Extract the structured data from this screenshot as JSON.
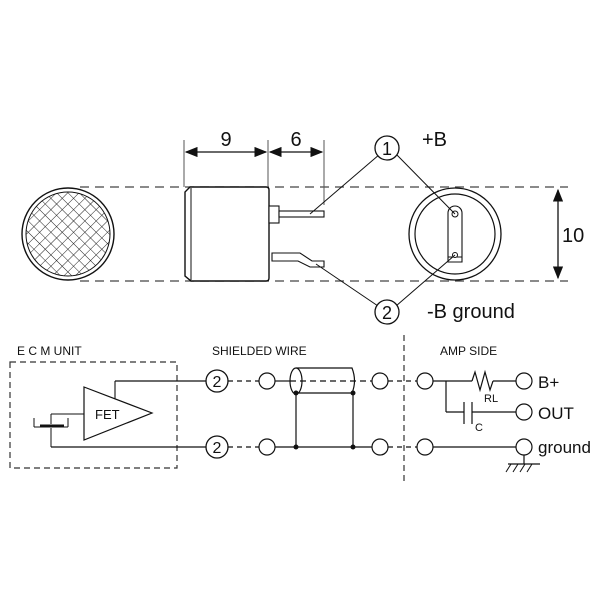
{
  "dimensions": {
    "body_length": "9",
    "pin_length": "6",
    "diameter": "10"
  },
  "pins": {
    "pin1": {
      "number": "1",
      "label": "+B"
    },
    "pin2": {
      "number": "2",
      "label": "-B ground"
    }
  },
  "schematic": {
    "sections": {
      "ecm_unit": "E C M UNIT",
      "shielded_wire": "SHIELDED WIRE",
      "amp_side": "AMP SIDE"
    },
    "fet_label": "FET",
    "wire_terminal_top": "2",
    "wire_terminal_bottom": "2",
    "resistor_label": "RL",
    "capacitor_label": "C",
    "outputs": {
      "bplus": "B+",
      "out": "OUT",
      "ground": "ground"
    }
  },
  "colors": {
    "line": "#111111",
    "dim_line": "#555555",
    "background": "#ffffff"
  }
}
